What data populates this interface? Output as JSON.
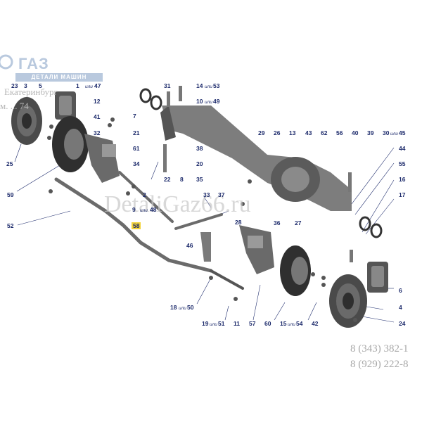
{
  "logo": {
    "brand": "ГАЗ",
    "tagline": "ДЕТАЛИ МАШИН"
  },
  "watermarks": {
    "city": "Екатеринбург",
    "code_fragment": "м. ... 74",
    "site": "DetaliGaz66.ru"
  },
  "phones": [
    "8 (343) 382-1",
    "8 (929) 222-8"
  ],
  "part_labels": {
    "l1": "1",
    "l2": "2",
    "l3": "3",
    "l4": "4",
    "l5": "5",
    "l6": "6",
    "l7": "7",
    "l8": "8",
    "l9": "9",
    "l10": "10",
    "l11": "11",
    "l12": "12",
    "l13": "13",
    "l14": "14",
    "l15": "15",
    "l16": "16",
    "l17": "17",
    "l18": "18",
    "l19": "19",
    "l20": "20",
    "l21": "21",
    "l22": "22",
    "l23": "23",
    "l24": "24",
    "l25": "25",
    "l26": "26",
    "l27": "27",
    "l28": "28",
    "l29": "29",
    "l30": "30",
    "l31": "31",
    "l32": "32",
    "l33": "33",
    "l34": "34",
    "l35": "35",
    "l36": "36",
    "l37": "37",
    "l38": "38",
    "l39": "39",
    "l40": "40",
    "l41": "41",
    "l42": "42",
    "l43": "43",
    "l44": "44",
    "l45": "45",
    "l46": "46",
    "l47": "47",
    "l48": "48",
    "l49": "49",
    "l50": "50",
    "l51": "51",
    "l52": "52",
    "l53": "53",
    "l54": "54",
    "l55": "55",
    "l56": "56",
    "l57": "57",
    "l58": "58",
    "l59": "59",
    "l60": "60",
    "l61": "61",
    "l62": "62"
  },
  "or_word": "или",
  "colors": {
    "label": "#1c2a6b",
    "highlight": "#f3d33a",
    "part_dark": "#3a3a3a",
    "part_mid": "#7a7a7a"
  }
}
